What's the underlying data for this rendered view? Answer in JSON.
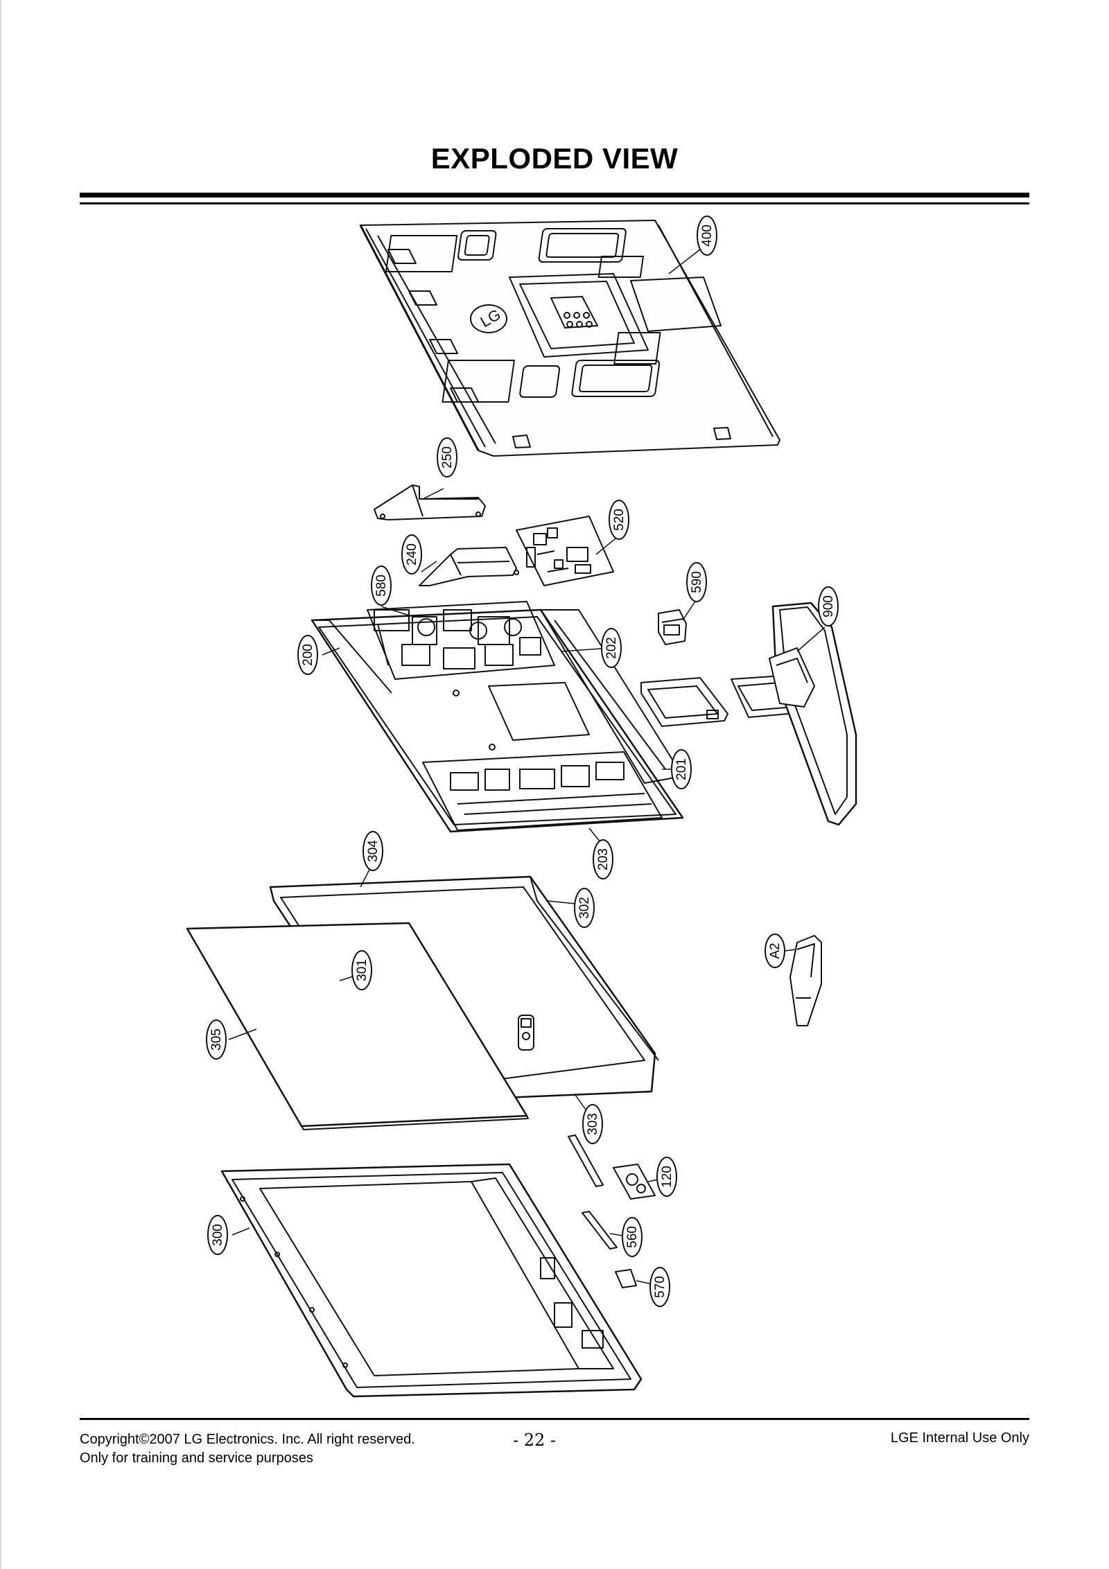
{
  "header": {
    "title": "EXPLODED VIEW"
  },
  "footer": {
    "copyright_line1": "Copyright©2007 LG Electronics. Inc. All right reserved.",
    "copyright_line2": "Only for training and service purposes",
    "page_number": "- 22 -",
    "classification": "LGE Internal Use Only"
  },
  "diagram": {
    "parts": [
      {
        "id": "400"
      },
      {
        "id": "250"
      },
      {
        "id": "520"
      },
      {
        "id": "240"
      },
      {
        "id": "590"
      },
      {
        "id": "580"
      },
      {
        "id": "900"
      },
      {
        "id": "200"
      },
      {
        "id": "202"
      },
      {
        "id": "201"
      },
      {
        "id": "203"
      },
      {
        "id": "304"
      },
      {
        "id": "302"
      },
      {
        "id": "A2"
      },
      {
        "id": "301"
      },
      {
        "id": "305"
      },
      {
        "id": "303"
      },
      {
        "id": "120"
      },
      {
        "id": "300"
      },
      {
        "id": "560"
      },
      {
        "id": "570"
      }
    ],
    "brand_logo": "LG"
  }
}
